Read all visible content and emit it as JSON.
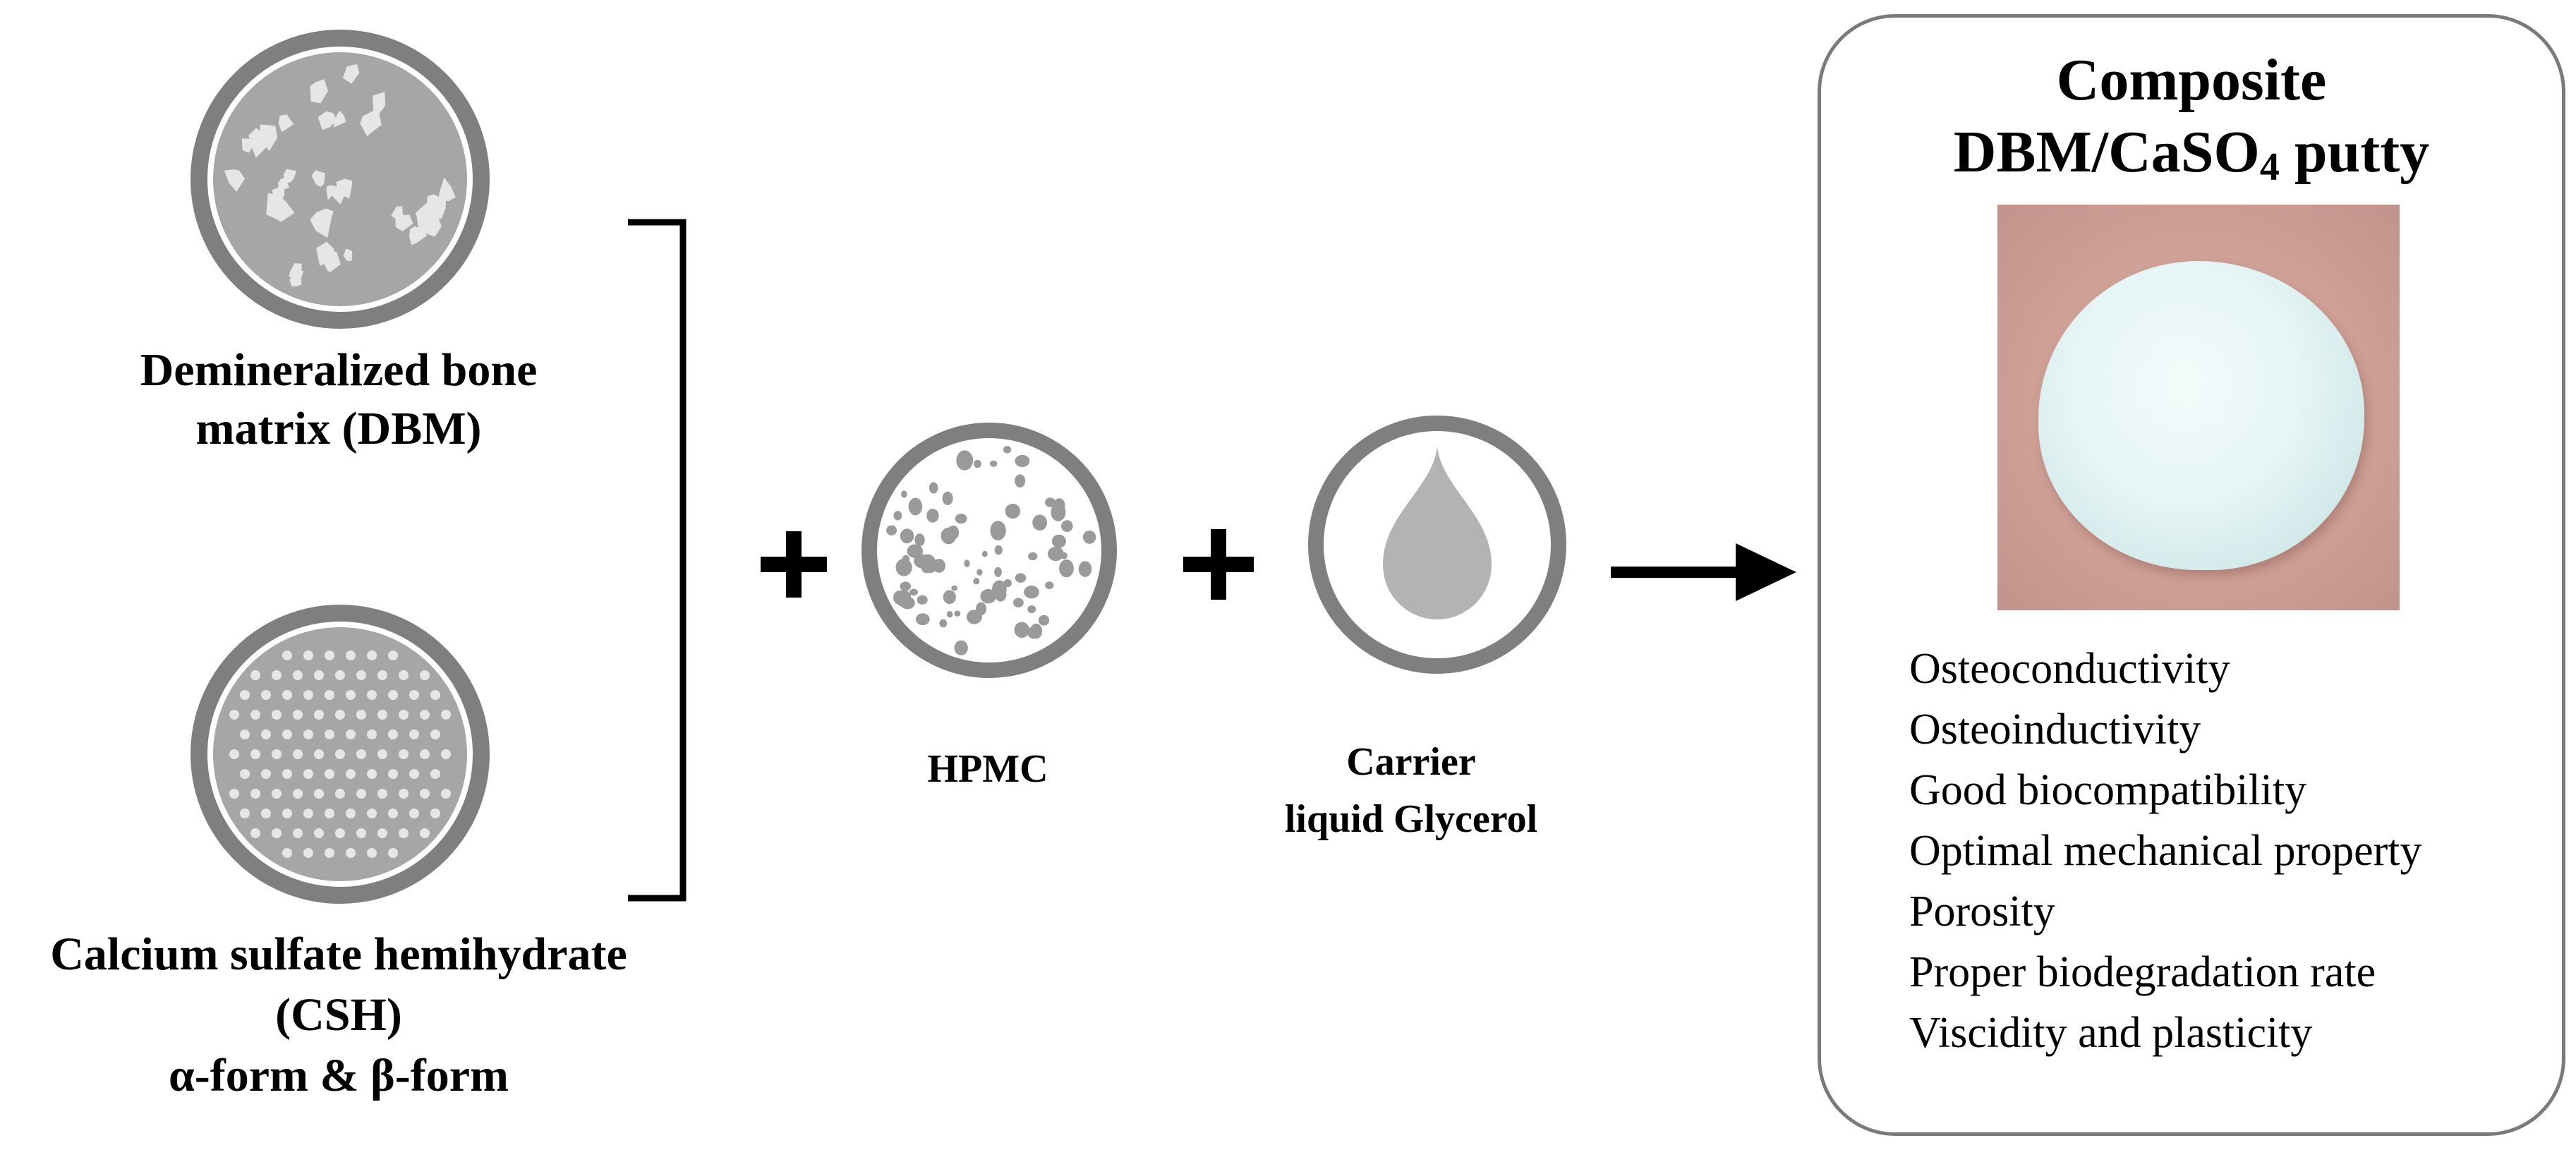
{
  "components": {
    "dbm": {
      "line1": "Demineralized bone",
      "line2": "matrix (DBM)"
    },
    "csh": {
      "line1": "Calcium sulfate hemihydrate",
      "line2": "(CSH)",
      "line3": "α-form &  β-form"
    },
    "hpmc": {
      "label": "HPMC"
    },
    "carrier": {
      "line1": "Carrier",
      "line2": "liquid Glycerol"
    }
  },
  "result": {
    "title_line1": "Composite",
    "title_line2_main": "DBM/CaSO",
    "title_line2_sub": "4",
    "title_line2_end": " putty",
    "properties": [
      "Osteoconductivity",
      "Osteoinductivity",
      "Good biocompatibility",
      "Optimal mechanical property",
      "Porosity",
      "Proper biodegradation rate",
      "Viscidity and plasticity"
    ]
  },
  "colors": {
    "circle_ring": "#7f7f7f",
    "circle_fill": "#a6a6a6",
    "particle": "#e6e6e6",
    "hpmc_dot": "#9a9a9a",
    "drop": "#b3b3b3",
    "operator": "#000000"
  }
}
